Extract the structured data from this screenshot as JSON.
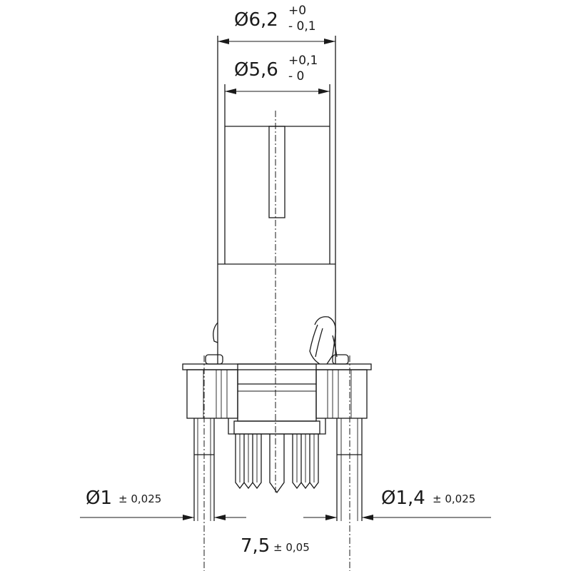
{
  "dimensions": {
    "outer_diameter": {
      "symbol": "Ø",
      "value": "6,2",
      "tol_upper": "+0",
      "tol_lower": "- 0,1"
    },
    "inner_diameter": {
      "symbol": "Ø",
      "value": "5,6",
      "tol_upper": "+0,1",
      "tol_lower": "- 0"
    },
    "pin_diameter_left": {
      "symbol": "Ø",
      "value": "1",
      "tolerance": "± 0,025"
    },
    "pin_diameter_right": {
      "symbol": "Ø",
      "value": "1,4",
      "tolerance": "± 0,025"
    },
    "pin_spacing": {
      "value": "7,5",
      "tolerance": "± 0,05"
    }
  }
}
